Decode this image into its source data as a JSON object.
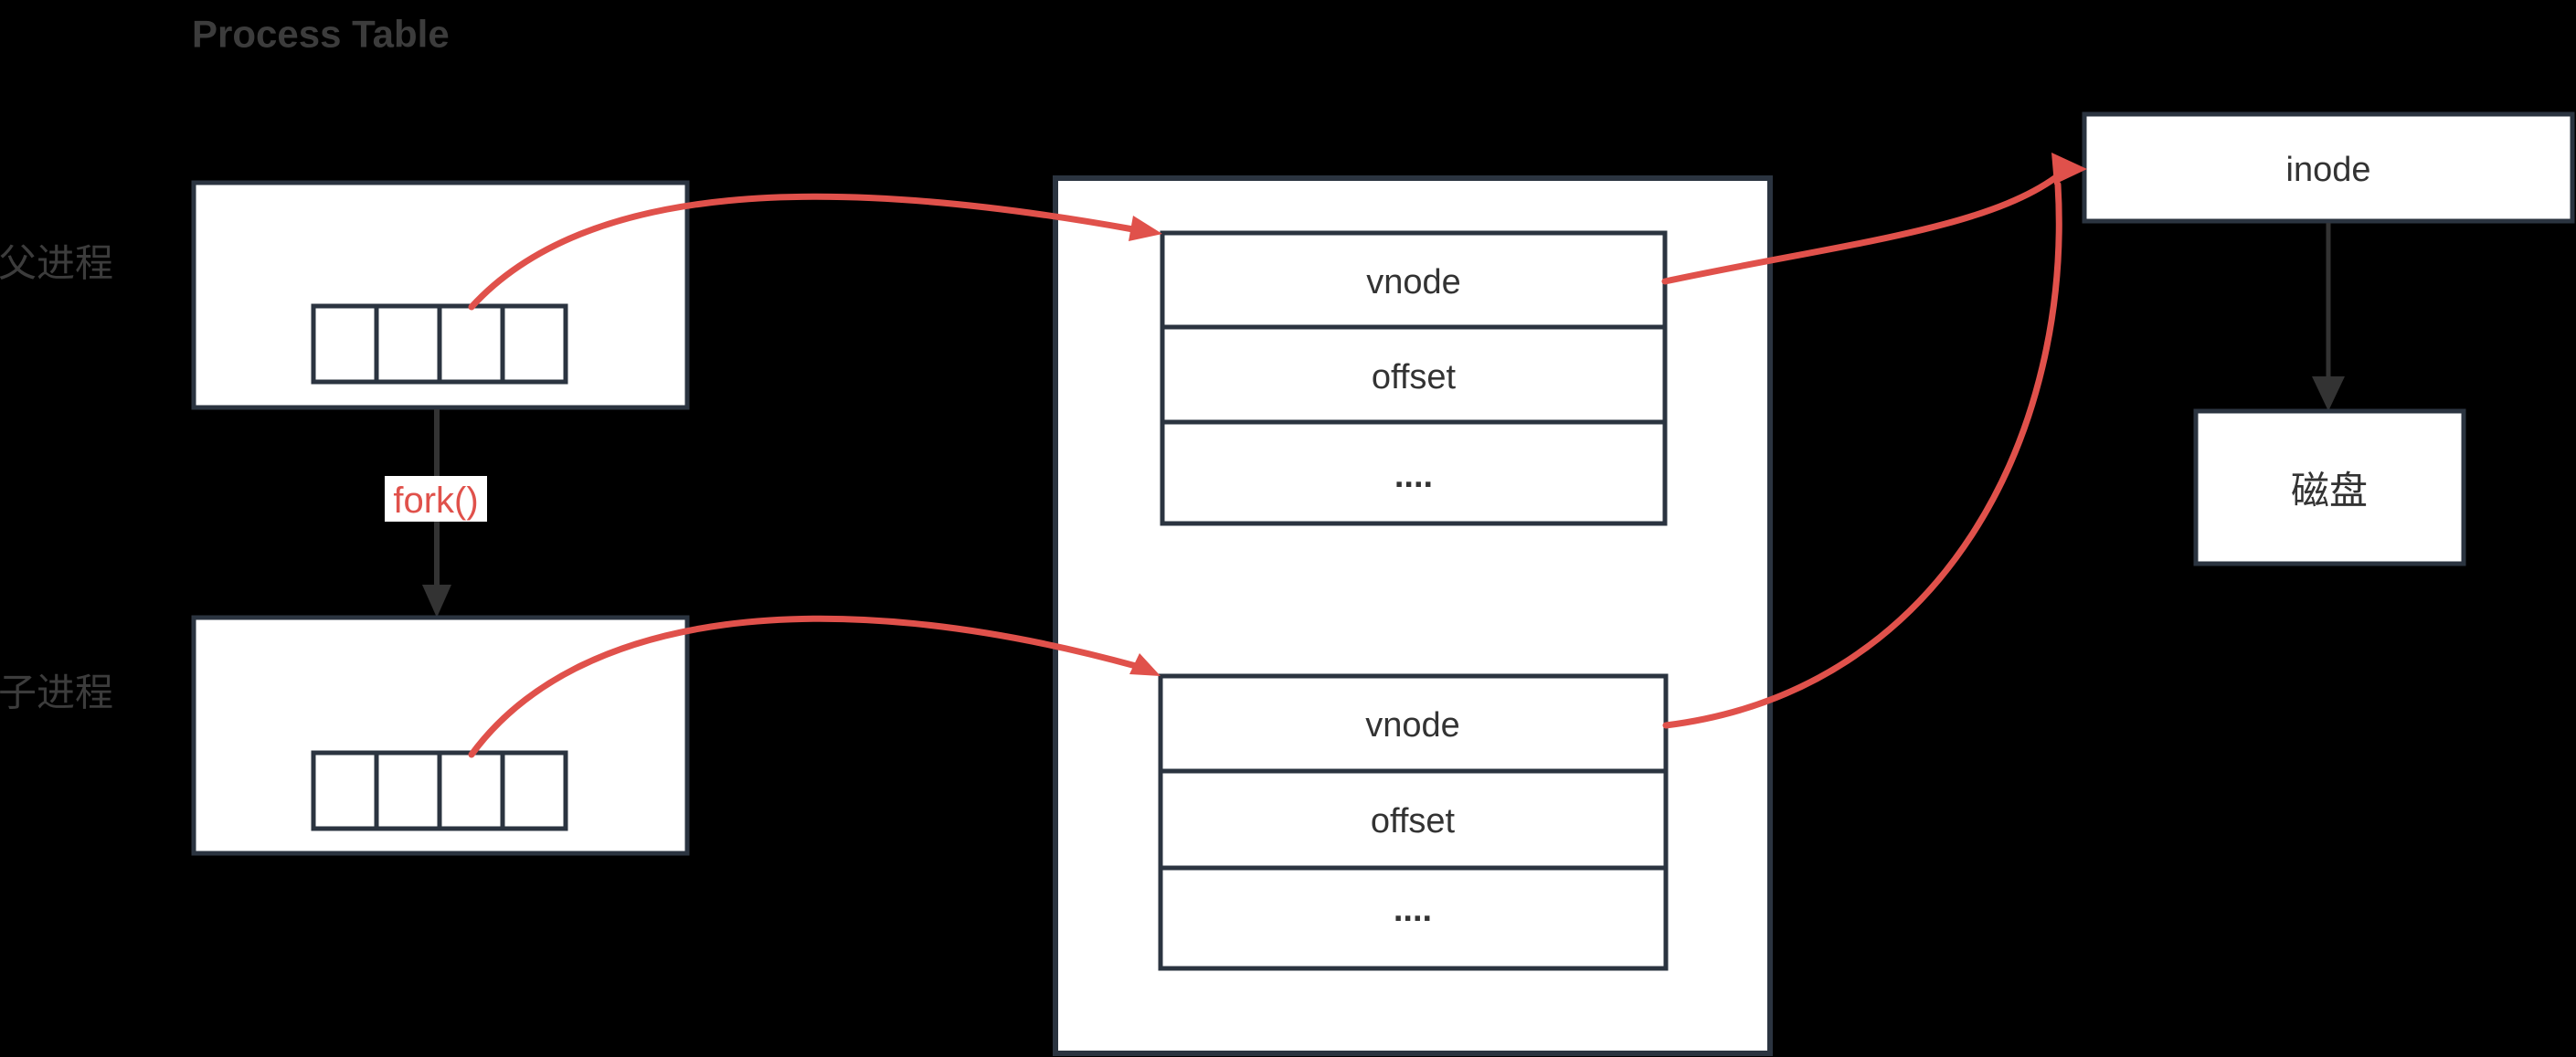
{
  "title": "Process Table",
  "colors": {
    "background": "#000000",
    "box_fill": "#ffffff",
    "box_border": "#2b3440",
    "label_gray": "#3c3c3c",
    "text_dark": "#333333",
    "accent_red": "#e0514b",
    "arrow_dark": "#333333"
  },
  "parent_process": {
    "label": "父进程",
    "fd_cell_count": 4
  },
  "child_process": {
    "label": "子进程",
    "fd_cell_count": 4
  },
  "fork": {
    "label": "fork()"
  },
  "open_file_table": {
    "parent_entry": {
      "rows": [
        "vnode",
        "offset",
        "...."
      ]
    },
    "child_entry": {
      "rows": [
        "vnode",
        "offset",
        "...."
      ]
    }
  },
  "inode": {
    "label": "inode"
  },
  "disk": {
    "label": "磁盘"
  }
}
